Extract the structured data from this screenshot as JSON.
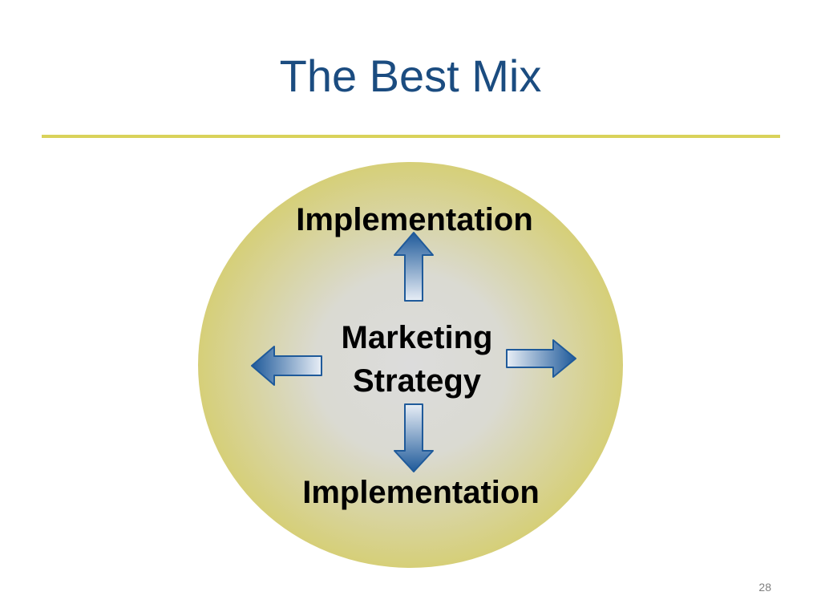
{
  "slide": {
    "title": "The Best Mix",
    "page_number": "28"
  },
  "diagram": {
    "top_label": "Implementation",
    "center_label_line1": "Marketing",
    "center_label_line2": "Strategy",
    "bottom_label": "Implementation"
  },
  "colors": {
    "title": "#1b4c80",
    "rule": "#d9d25a",
    "circle_outer": "#d9d27a",
    "circle_inner": "#dcdcdc",
    "arrow_dark": "#1f5a9a",
    "arrow_light": "#e6ecf4"
  },
  "icons": [
    "arrow-up-icon",
    "arrow-down-icon",
    "arrow-left-icon",
    "arrow-right-icon"
  ]
}
